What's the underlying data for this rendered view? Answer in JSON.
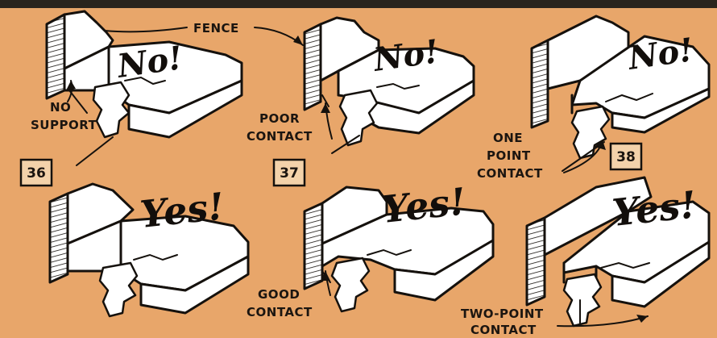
{
  "panels": [
    {
      "number": "36",
      "top_verdict": "No!",
      "bottom_verdict": "Yes!"
    },
    {
      "number": "37",
      "top_verdict": "No!",
      "bottom_verdict": "Yes!"
    },
    {
      "number": "38",
      "top_verdict": "No!",
      "bottom_verdict": "Yes!"
    }
  ],
  "labels": {
    "fence": "FENCE",
    "no_support_1": "NO",
    "no_support_2": "SUPPORT",
    "poor_contact_1": "POOR",
    "poor_contact_2": "CONTACT",
    "good_contact_1": "GOOD",
    "good_contact_2": "CONTACT",
    "one_point_1": "ONE",
    "one_point_2": "POINT",
    "one_point_3": "CONTACT",
    "two_point_1": "TWO-POINT",
    "two_point_2": "CONTACT"
  },
  "colors": {
    "background": "#e8a66a",
    "ink": "#15110d",
    "badge": "#f3d2aa"
  }
}
